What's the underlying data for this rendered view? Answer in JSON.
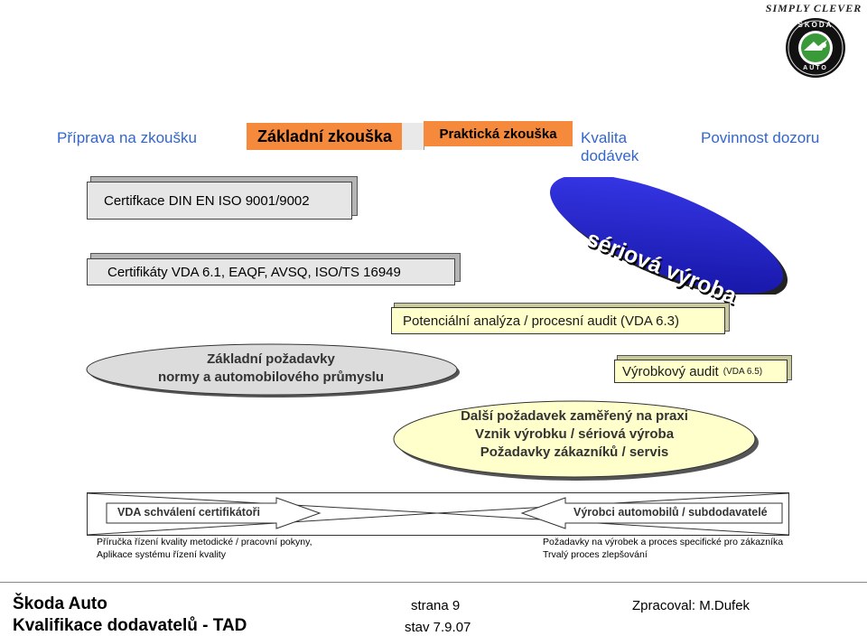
{
  "logo": {
    "brand_text": "SKODA",
    "sub_text": "AUTO",
    "tagline": "SIMPLY CLEVER"
  },
  "nav": {
    "item1": "Příprava na zkoušku",
    "item2": "Základní zkouška",
    "item3": "Praktická zkouška",
    "item4_line1": "Kvalita",
    "item4_line2": "dodávek",
    "item5": "Povinnost dozoru"
  },
  "boxes": {
    "cert_din": "Certifkace DIN EN ISO 9001/9002",
    "cert_vda": "Certifikáty  VDA 6.1, EAQF, AVSQ, ISO/TS 16949",
    "potential": "Potenciální analýza / procesní audit (VDA 6.3)",
    "product_audit": "Výrobkový audit",
    "product_audit_suffix": "(VDA 6.5)"
  },
  "serial_production": "sériová výroba",
  "ellipse_basic": {
    "line1": "Základní požadavky",
    "line2": "normy a automobilového průmyslu"
  },
  "ellipse_further": {
    "line1": "Další požadavek zaměřený na praxi",
    "line2": "Vznik výrobku / sériová výroba",
    "line3": "Požadavky zákazníků / servis"
  },
  "arrows": {
    "left": "VDA schválení certifikátoři",
    "right": "Výrobci automobilů / subdodavatelé"
  },
  "notes": {
    "left_line1": "Příručka řízení kvality metodické / pracovní pokyny,",
    "left_line2": "Aplikace systému řízení kvality",
    "right_line1": "Požadavky na výrobek a proces specifické pro zákazníka",
    "right_line2": "Trvalý proces zlepšování"
  },
  "footer": {
    "company": "Škoda Auto",
    "subtitle": "Kvalifikace dodavatelů - TAD",
    "page": "strana 9",
    "date": "stav 7.9.07",
    "author": "Zpracoval:  M.Dufek"
  },
  "colors": {
    "nav_link": "#3366cc",
    "nav_active": "#f58a3c",
    "serial_blue": "#1f1fd6",
    "ellipse_yellow": "#ffffcc",
    "ellipse_grey": "#dcdcdc",
    "logo_green": "#3a9a3a"
  }
}
